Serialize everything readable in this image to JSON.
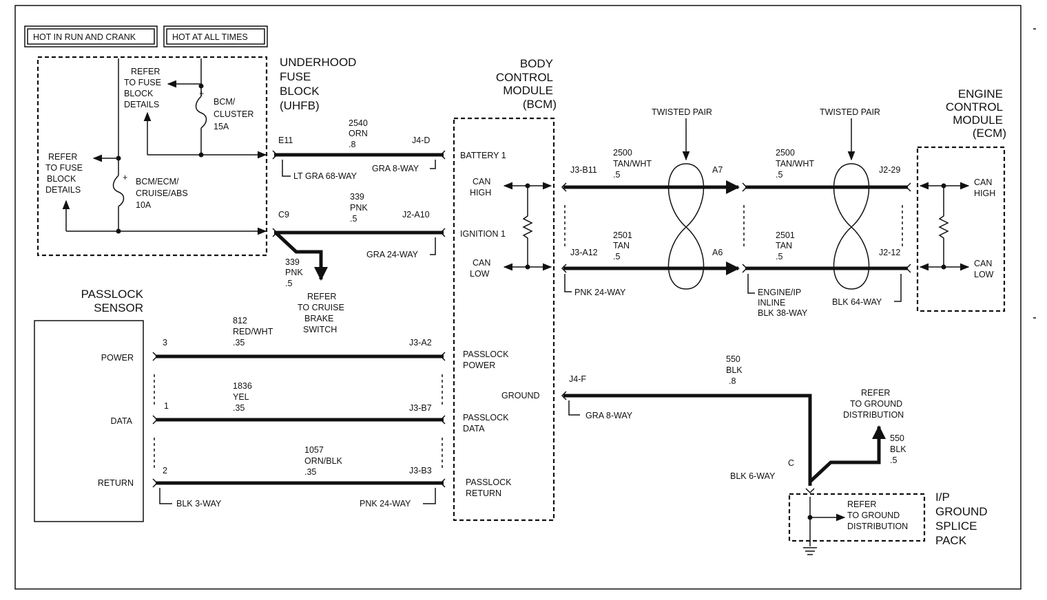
{
  "legend": {
    "hot_run_crank": "HOT IN RUN AND CRANK",
    "hot_all_times": "HOT AT ALL TIMES"
  },
  "modules": {
    "uhfb": [
      "UNDERHOOD",
      "FUSE",
      "BLOCK",
      "(UHFB)"
    ],
    "bcm": [
      "BODY",
      "CONTROL",
      "MODULE",
      "(BCM)"
    ],
    "ecm": [
      "ENGINE",
      "CONTROL",
      "MODULE",
      "(ECM)"
    ],
    "passlock": [
      "PASSLOCK",
      "SENSOR"
    ],
    "splice": [
      "I/P",
      "GROUND",
      "SPLICE",
      "PACK"
    ]
  },
  "fuse_block": {
    "refer_top": [
      "REFER",
      "TO FUSE",
      "BLOCK",
      "DETAILS"
    ],
    "refer_left": [
      "REFER",
      "TO FUSE",
      "BLOCK",
      "DETAILS"
    ],
    "fuse1": [
      "BCM/",
      "CLUSTER",
      "15A"
    ],
    "fuse2": [
      "BCM/ECM/",
      "CRUISE/ABS",
      "10A"
    ]
  },
  "bcm_pins": {
    "battery": "BATTERY 1",
    "can_high": [
      "CAN",
      "HIGH"
    ],
    "ignition": "IGNITION 1",
    "can_low": [
      "CAN",
      "LOW"
    ],
    "passlock_power": [
      "PASSLOCK",
      "POWER"
    ],
    "ground": "GROUND",
    "passlock_data": [
      "PASSLOCK",
      "DATA"
    ],
    "passlock_return": [
      "PASSLOCK",
      "RETURN"
    ]
  },
  "ecm_pins": {
    "can_high": [
      "CAN",
      "HIGH"
    ],
    "can_low": [
      "CAN",
      "LOW"
    ]
  },
  "passlock_pins": {
    "power": "POWER",
    "data": "DATA",
    "return": "RETURN"
  },
  "twisted_pair": "TWISTED PAIR",
  "wires": {
    "w2540": {
      "from": "E11",
      "to": "J4-D",
      "label": [
        "2540",
        "ORN",
        ".8"
      ],
      "conn_left": "LT GRA 68-WAY",
      "conn_right": "GRA 8-WAY"
    },
    "w339": {
      "from": "C9",
      "to": "J2-A10",
      "label": [
        "339",
        "PNK",
        ".5"
      ],
      "conn_right": "GRA 24-WAY"
    },
    "w339b": {
      "label": [
        "339",
        "PNK",
        ".5"
      ],
      "refer": [
        "REFER",
        "TO CRUISE",
        "BRAKE",
        "SWITCH"
      ]
    },
    "w2500a": {
      "from": "J3-B11",
      "to": "A7",
      "label": [
        "2500",
        "TAN/WHT",
        ".5"
      ]
    },
    "w2501a": {
      "from": "J3-A12",
      "to": "A6",
      "label": [
        "2501",
        "TAN",
        ".5"
      ],
      "conn": "PNK 24-WAY"
    },
    "w2500b": {
      "to": "J2-29",
      "label": [
        "2500",
        "TAN/WHT",
        ".5"
      ]
    },
    "w2501b": {
      "to": "J2-12",
      "label": [
        "2501",
        "TAN",
        ".5"
      ],
      "conn_left": [
        "ENGINE/IP",
        "INLINE",
        "BLK 38-WAY"
      ],
      "conn_right": "BLK 64-WAY"
    },
    "w812": {
      "from": "3",
      "to": "J3-A2",
      "label": [
        "812",
        "RED/WHT",
        ".35"
      ]
    },
    "w1836": {
      "from": "1",
      "to": "J3-B7",
      "label": [
        "1836",
        "YEL",
        ".35"
      ]
    },
    "w1057": {
      "from": "2",
      "to": "J3-B3",
      "label": [
        "1057",
        "ORN/BLK",
        ".35"
      ],
      "conn_left": "BLK 3-WAY",
      "conn_right": "PNK 24-WAY"
    },
    "w550": {
      "from": "J4-F",
      "label": [
        "550",
        "BLK",
        ".8"
      ],
      "conn": "GRA 8-WAY"
    },
    "w550b": {
      "label": [
        "550",
        "BLK",
        ".5"
      ],
      "refer": [
        "REFER",
        "TO GROUND",
        "DISTRIBUTION"
      ],
      "pin": "C",
      "conn": "BLK 6-WAY"
    }
  },
  "splice_refer": [
    "REFER",
    "TO GROUND",
    "DISTRIBUTION"
  ]
}
